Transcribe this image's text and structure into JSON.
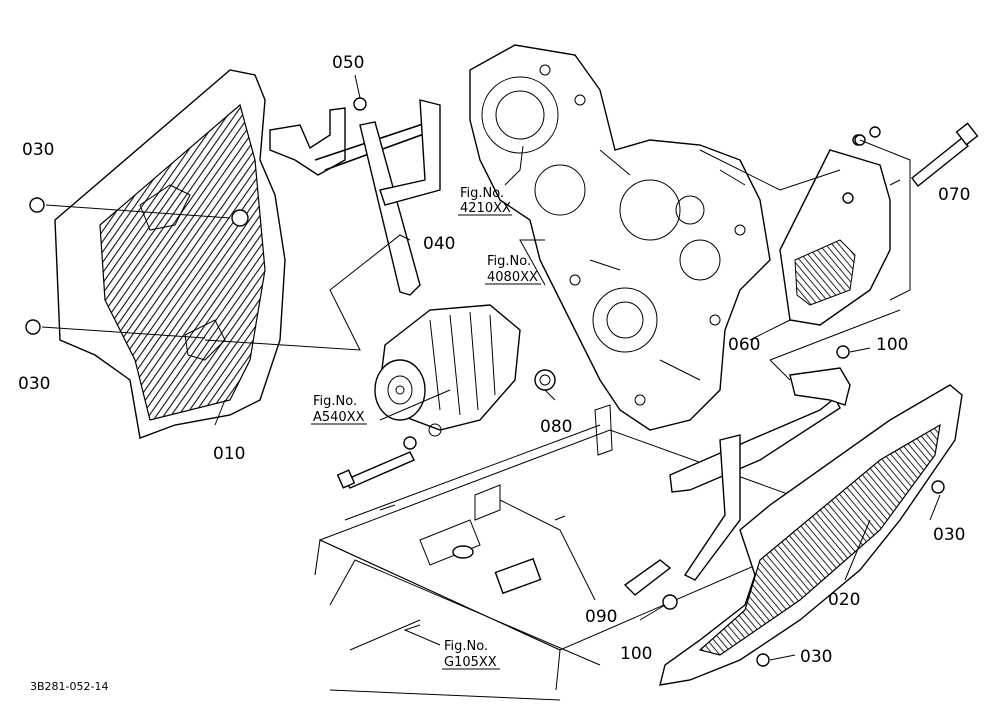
{
  "diagram": {
    "drawing_code": "3B281-052-14",
    "part_labels": {
      "p010": "010",
      "p020": "020",
      "p030a": "030",
      "p030b": "030",
      "p030c": "030",
      "p030d": "030",
      "p040": "040",
      "p050": "050",
      "p060": "060",
      "p070": "070",
      "p080": "080",
      "p090": "090",
      "p100a": "100",
      "p100b": "100"
    },
    "figure_refs": {
      "f4210": {
        "prefix": "Fig.No.",
        "number": "4210XX"
      },
      "f4080": {
        "prefix": "Fig.No.",
        "number": "4080XX"
      },
      "fA540": {
        "prefix": "Fig.No.",
        "number": "A540XX"
      },
      "fG105": {
        "prefix": "Fig.No.",
        "number": "G105XX"
      }
    }
  }
}
